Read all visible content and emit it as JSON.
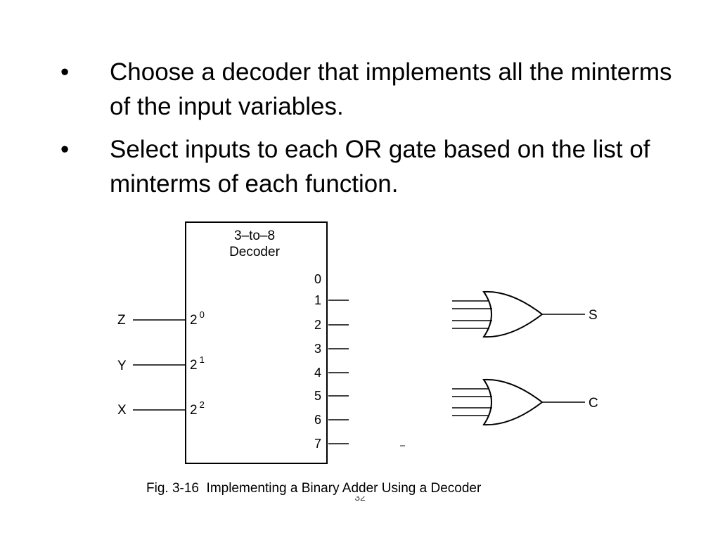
{
  "bullets": [
    {
      "marker": "•",
      "text": "Choose a decoder that implements all the minterms of the input variables."
    },
    {
      "marker": "•",
      "text": "Select inputs to each OR gate based on the list of minterms of each function."
    }
  ],
  "decoder": {
    "title_line1": "3–to–8",
    "title_line2": "Decoder",
    "input_ports": [
      {
        "base": "2",
        "exp": "0",
        "signal": "Z"
      },
      {
        "base": "2",
        "exp": "1",
        "signal": "Y"
      },
      {
        "base": "2",
        "exp": "2",
        "signal": "X"
      }
    ],
    "outputs": [
      "0",
      "1",
      "2",
      "3",
      "4",
      "5",
      "6",
      "7"
    ]
  },
  "or_gates": [
    {
      "output_label": "S"
    },
    {
      "output_label": "C"
    }
  ],
  "caption": "Fig. 3-16  Implementing a Binary Adder Using a Decoder",
  "slide_number": "32"
}
